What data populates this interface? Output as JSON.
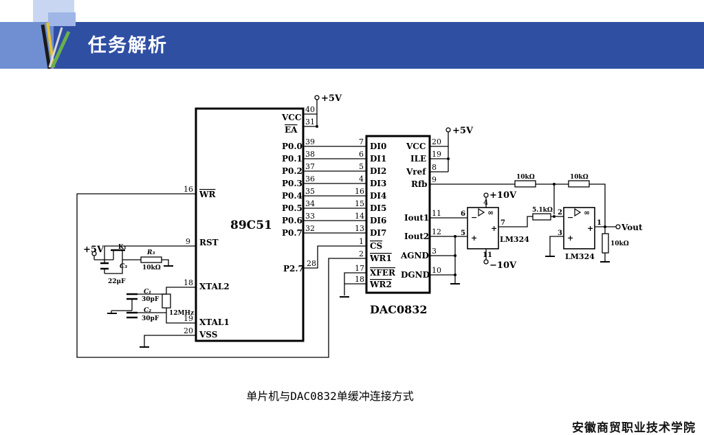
{
  "header": {
    "title": "任务解析"
  },
  "mcu": {
    "name": "89C51",
    "pins_right": [
      {
        "num": "40",
        "label": "VCC"
      },
      {
        "num": "31",
        "label": "EA"
      },
      {
        "num": "39",
        "label": "P0.0"
      },
      {
        "num": "38",
        "label": "P0.1"
      },
      {
        "num": "37",
        "label": "P0.2"
      },
      {
        "num": "36",
        "label": "P0.3"
      },
      {
        "num": "35",
        "label": "P0.4"
      },
      {
        "num": "34",
        "label": "P0.5"
      },
      {
        "num": "33",
        "label": "P0.6"
      },
      {
        "num": "32",
        "label": "P0.7"
      },
      {
        "num": "28",
        "label": "P2.7"
      }
    ],
    "pins_left": [
      {
        "num": "16",
        "label": "WR"
      },
      {
        "num": "9",
        "label": "RST"
      },
      {
        "num": "18",
        "label": "XTAL2"
      },
      {
        "num": "19",
        "label": "XTAL1"
      },
      {
        "num": "20",
        "label": "VSS"
      }
    ]
  },
  "dac": {
    "name": "DAC0832",
    "pins_left": [
      {
        "num": "7",
        "label": "DI0"
      },
      {
        "num": "6",
        "label": "DI1"
      },
      {
        "num": "5",
        "label": "DI2"
      },
      {
        "num": "4",
        "label": "DI3"
      },
      {
        "num": "16",
        "label": "DI4"
      },
      {
        "num": "15",
        "label": "DI5"
      },
      {
        "num": "14",
        "label": "DI6"
      },
      {
        "num": "13",
        "label": "DI7"
      },
      {
        "num": "1",
        "label": "CS"
      },
      {
        "num": "2",
        "label": "WR1"
      },
      {
        "num": "17",
        "label": "XFER"
      },
      {
        "num": "18",
        "label": "WR2"
      }
    ],
    "pins_right": [
      {
        "num": "20",
        "label": "VCC"
      },
      {
        "num": "19",
        "label": "ILE"
      },
      {
        "num": "8",
        "label": "Vref"
      },
      {
        "num": "9",
        "label": "Rfb"
      },
      {
        "num": "11",
        "label": "Iout1"
      },
      {
        "num": "12",
        "label": "Iout2"
      },
      {
        "num": "3",
        "label": "AGND"
      },
      {
        "num": "10",
        "label": "DGND"
      }
    ]
  },
  "power": {
    "plus5v": "+5V",
    "plus10v": "+10V",
    "minus10v": "−10V",
    "vout": "Vout"
  },
  "components": {
    "k1": "K₁",
    "r3": "R₃",
    "r3_val": "10kΩ",
    "c3": "C₃",
    "c3_val": "22μF",
    "c1": "C₁",
    "c1_val": "30pF",
    "c2": "C₂",
    "c2_val": "30pF",
    "xtal": "12MHz",
    "rf1": "10kΩ",
    "rf2": "10kΩ",
    "r51": "5.1kΩ",
    "rload": "10kΩ",
    "op1": "LM324",
    "op2": "LM324",
    "op1_pins": [
      "6",
      "5",
      "7",
      "4",
      "11"
    ],
    "op2_pins": [
      "2",
      "3",
      "1"
    ]
  },
  "caption": "单片机与DAC0832单缓冲连接方式",
  "footer": {
    "school": "安徽商贸职业技术学院"
  }
}
